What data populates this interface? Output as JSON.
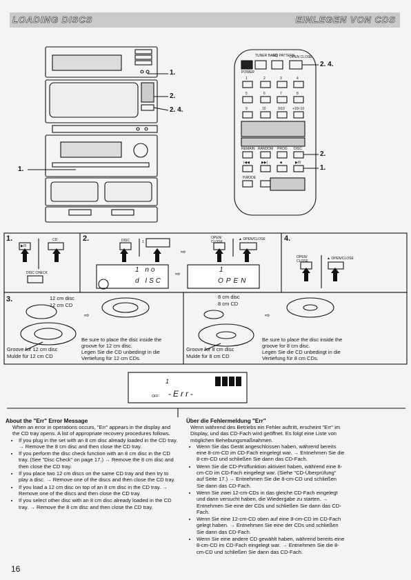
{
  "header": {
    "title_en": "LOADING DISCS",
    "title_de": "EINLEGEN VON CDS"
  },
  "callouts": {
    "stack_1": "1.",
    "stack_2": "2.",
    "stack_24": "2. 4.",
    "left_1": "1.",
    "remote_24": "2. 4.",
    "remote_2": "2.",
    "remote_1": "1."
  },
  "remote_labels": {
    "tuner_band": "TUNER BAND",
    "eq_pattern": "EQ PATTERN",
    "open_close": "OPEN CLOSE",
    "power": "POWER",
    "row1": [
      "1",
      "2",
      "3",
      "4"
    ],
    "row2": [
      "5",
      "6",
      "7",
      "8"
    ],
    "row3": [
      "9",
      "10",
      "0/10",
      "+10/-10"
    ],
    "memo_row": [
      "REMAIN",
      "RANDOM",
      "PROG",
      "DISC"
    ],
    "transport": [
      "|◀◀",
      "▶▶|",
      "■",
      "▶/II"
    ],
    "pmode": "P.MODE"
  },
  "steps": {
    "s1": {
      "num": "1.",
      "play_label": "▶/II",
      "cd_label": "CD",
      "disc_check": "DISC CHECK"
    },
    "s2": {
      "num": "2.",
      "disc_label": "DISC",
      "disc_num": "1",
      "open_close": "OPEN/ CLOSE",
      "open_close_btn": "▲ OPEN/CLOSE",
      "lcd1_top": "1  no",
      "lcd1_bot": "d ISC",
      "lcd2_top": "1",
      "lcd2_bot": "OPEN"
    },
    "s4": {
      "num": "4.",
      "open_close": "OPEN/ CLOSE",
      "open_close_btn": "▲ OPEN/CLOSE"
    }
  },
  "step3": {
    "num": "3.",
    "disc12_en": "12 cm disc",
    "disc12_cd": "12 cm CD",
    "groove12_en": "Groove for 12 cm disc",
    "groove12_de": "Mulde für 12 cm CD",
    "note12_1": "Be sure to place the disc inside the",
    "note12_2": "groove for 12 cm disc.",
    "note12_3": "Legen Sie die CD unbedingt in die",
    "note12_4": "Vertiefung für 12 cm CDs.",
    "disc8_en": "8 cm disc",
    "disc8_cd": "8 cm CD",
    "groove8_en": "Groove for 8 cm disc",
    "groove8_de": "Mulde für 8 cm CD",
    "note8_1": "Be sure to place the disc inside the",
    "note8_2": "groove for 8 cm disc.",
    "note8_3": "Legen Sie die CD unbedingt in die",
    "note8_4": "Vertiefung für 8 cm CDs."
  },
  "err_display": {
    "disc_num": "1",
    "text": "-Err-",
    "off": "OFF"
  },
  "english": {
    "title": "About the \"Err\" Error Message",
    "intro": "When an error in operations occurs, \"Err\" appears in the display and the CD tray opens. A list of appropriate recovery procedures follows.",
    "items": [
      "If you plug in the set with an 8 cm disc already loaded in the CD tray. → Remove the 8 cm disc and then close the CD tray.",
      "If you perform the disc check function with an 8 cm disc in the CD tray. (See \"Disc Check\" on page 17.) → Remove the 8 cm disc and then close the CD tray.",
      "If you place two 12 cm discs on the same CD tray and then try to play a disc. → Remove one of the discs and then close the CD tray.",
      "If you load a 12 cm disc on top of an 8 cm disc in the CD tray. → Remove one of the discs and then close the CD tray.",
      "If you select other disc with an 8 cm disc already loaded in the CD tray. → Remove the 8 cm disc and then close the CD tray."
    ]
  },
  "german": {
    "title": "Über die Fehlermeldung \"Err\"",
    "intro": "Wenn während des Betriebs ein Fehler auftritt, erscheint \"Err\" im Display, und das CD-Fach wird geöffnet. Es folgt eine Liste von möglichen Behebungsmaßnahmen.",
    "items": [
      "Wenn Sie das Gerät angeschlossen haben, während bereits eine 8-cm-CD im CD-Fach eingelegt war. → Entnehmen Sie die 8-cm-CD und schließen Sie dann das CD-Fach.",
      "Wenn Sie die CD-Prüffunktion aktiviert haben, während eine 8-cm-CD im CD-Fach eingelegt war. (Siehe \"CD-Überprüfung\" auf Seite 17.) → Entnehmen Sie die 8-cm-CD und schließen Sie dann das CD-Fach.",
      "Wenn Sie zwei 12-cm-CDs in das gleiche CD-Fach eingelegt und dann versucht haben, die Wiedergabe zu starten. → Entnehmen Sie eine der CDs und schließen Sie dann das CD-Fach.",
      "Wenn Sie eine 12-cm-CD oben auf eine 8-cm-CD im CD-Fach gelegt haben. → Entnehmen Sie eine der CDs und schließen Sie dann das CD-Fach.",
      "Wenn Sie eine andere CD gewählt haben, während bereits eine 8-cm-CD im CD-Fach eingelegt war. → Entnehmen Sie die 8-cm-CD und schließen Sie dann das CD-Fach."
    ]
  },
  "page_number": "16"
}
